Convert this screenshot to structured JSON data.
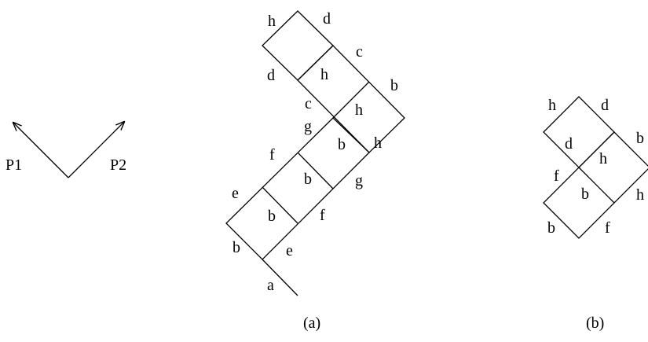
{
  "axes": {
    "p1_label": "P1",
    "p2_label": "P2"
  },
  "diagram_a": {
    "caption": "(a)",
    "labels": [
      "h",
      "d",
      "c",
      "d",
      "h",
      "b",
      "c",
      "h",
      "g",
      "b",
      "h",
      "f",
      "b",
      "g",
      "e",
      "b",
      "f",
      "b",
      "e",
      "a"
    ]
  },
  "diagram_b": {
    "caption": "(b)",
    "labels": [
      "h",
      "d",
      "b",
      "d",
      "h",
      "f",
      "b",
      "h",
      "b",
      "f"
    ]
  }
}
